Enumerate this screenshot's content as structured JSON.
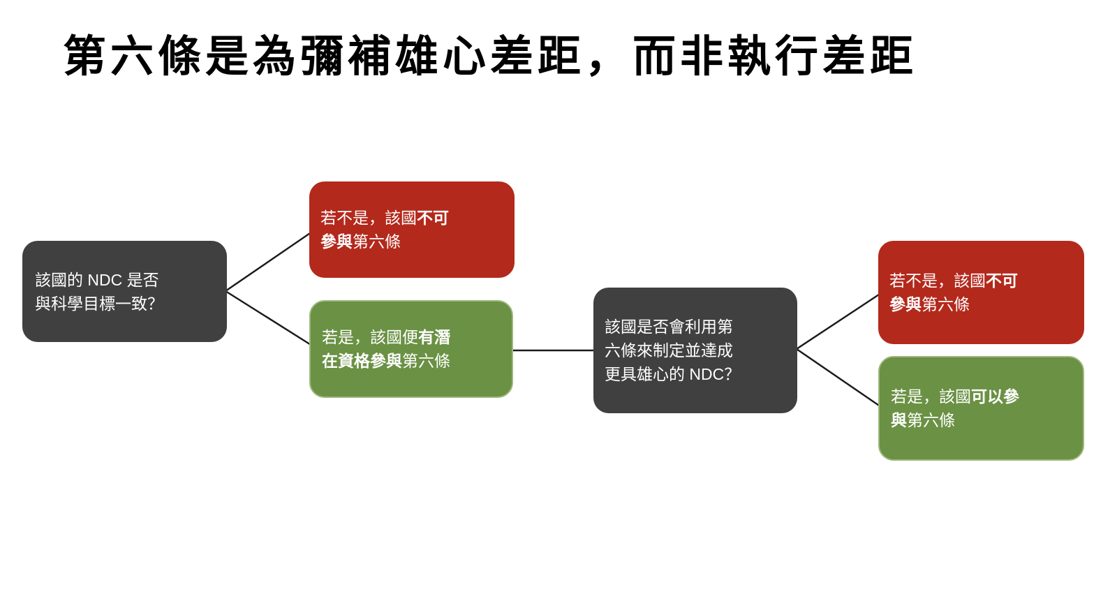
{
  "title": "第六條是為彌補雄心差距，而非執行差距",
  "palette": {
    "background": "#ffffff",
    "title_text": "#000000",
    "question_box": "#404040",
    "negative_box": "#b3291c",
    "positive_box": "#6a9144",
    "positive_box_border": "#9db77c",
    "box_text": "#ffffff",
    "connector_line": "#1b1b1b"
  },
  "nodes": {
    "q1": {
      "role": "question",
      "segments": [
        {
          "t": "該國的 NDC 是否\n與科學目標一致？",
          "b": false
        }
      ]
    },
    "no1": {
      "role": "outcome-negative",
      "segments": [
        {
          "t": "若不是，該國",
          "b": false
        },
        {
          "t": "不可\n參與",
          "b": true
        },
        {
          "t": "第六條",
          "b": false
        }
      ]
    },
    "yes1": {
      "role": "outcome-positive",
      "segments": [
        {
          "t": "若是，該國便",
          "b": false
        },
        {
          "t": "有潛\n在資格參與",
          "b": true
        },
        {
          "t": "第六條",
          "b": false
        }
      ]
    },
    "q2": {
      "role": "question",
      "segments": [
        {
          "t": "該國是否會利用第\n六條來制定並達成\n更具雄心的 NDC？",
          "b": false
        }
      ]
    },
    "no2": {
      "role": "outcome-negative",
      "segments": [
        {
          "t": "若不是，該國",
          "b": false
        },
        {
          "t": "不可\n參與",
          "b": true
        },
        {
          "t": "第六條",
          "b": false
        }
      ]
    },
    "yes2": {
      "role": "outcome-positive",
      "segments": [
        {
          "t": "若是，該國",
          "b": false
        },
        {
          "t": "可以參\n與",
          "b": true
        },
        {
          "t": "第六條",
          "b": false
        }
      ]
    }
  }
}
